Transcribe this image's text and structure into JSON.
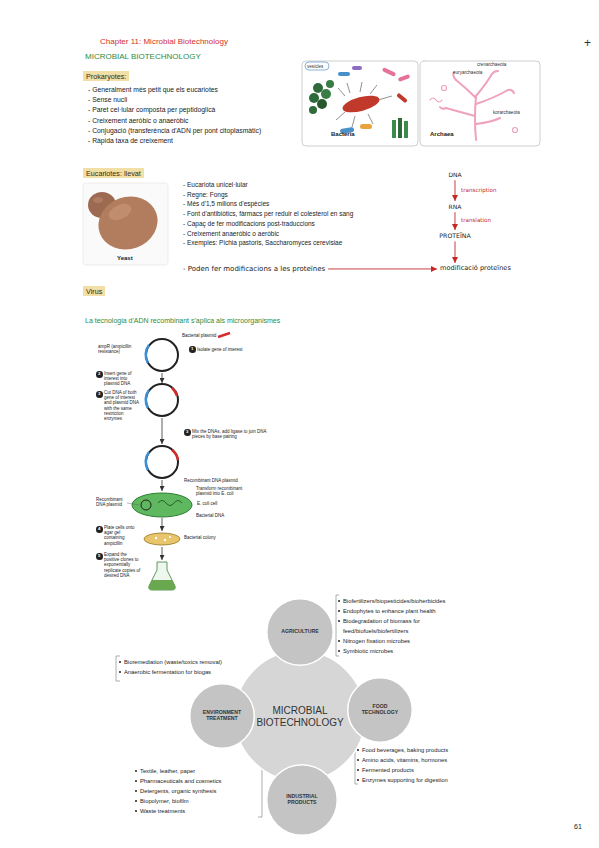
{
  "diagram": {
    "title": "Chapter 11: Microbial Biotechnology",
    "nodes": [
      {
        "text": [
          "Prokaryotes:"
        ]
      },
      {
        "text": [
          "Eucariotes: llevat"
        ]
      },
      {
        "text": [
          "Virus"
        ]
      },
      {
        "text": [
          "DNA"
        ]
      },
      {
        "text": [
          "RNA"
        ]
      },
      {
        "text": [
          "PROTEÏNA"
        ]
      },
      {
        "text": [
          "- Poden fer modificacions a les proteïnes"
        ]
      },
      {
        "text": [
          "modificació proteïnes"
        ]
      },
      {
        "text": [
          "MICROBIAL BIOTECHNOLOGY"
        ]
      },
      {
        "text": [
          "AGRICULTURE"
        ]
      },
      {
        "text": [
          "FOOD TECHNOLOGY"
        ]
      },
      {
        "text": [
          "INDUSTRIAL PRODUCTS"
        ]
      },
      {
        "text": [
          "ENVIRONMENT TREATMENT"
        ]
      }
    ],
    "edges": [
      {
        "from": 3,
        "to": 4,
        "arrow": "to",
        "label": "transcription"
      },
      {
        "from": 4,
        "to": 5,
        "arrow": "to",
        "label": "translation"
      },
      {
        "from": 5,
        "to": 7,
        "arrow": "to"
      },
      {
        "from": 6,
        "to": 7,
        "arrow": "to"
      }
    ],
    "labels": [
      "+",
      "Chapter 11: Microbial Biotechnology",
      "MICROBIAL BIOTECHNOLOGY",
      "- Generalment més petit que els eucariotes",
      "- Sense nucli",
      "- Paret cel·lular composta per peptidoglicà",
      "- Creixement aeròbic o anaeròbic",
      "- Conjugació (transferència d'ADN per pont citoplasmàtic)",
      "- Ràpida taxa de creixement",
      "vesicles",
      "Bacteria",
      "crenarchaeota",
      "euryarchaeota",
      "korarchaeota",
      "Archaea",
      "Yeast",
      "- Eucariota unicel·lular",
      "- Regne: Fongs",
      "- Més d'1,5 milions d'espècies",
      "- Font d'antibiòtics, fàrmacs per reduir el colesterol en sang",
      "- Capaç de fer modificacions post-traduccions",
      "- Creixement anaeròbic o aeròbic",
      "- Exemples: Pichia pastoris, Saccharomyces cerevisiae",
      "La tecnologia d'ADN recombinant s'aplica als microorganismes",
      "Bacterial plasmid",
      "1",
      "Isolate gene of interest",
      "ampR (ampicillin resistance)",
      "2",
      "Insert gene of interest into plasmid DNA",
      "3",
      "Cut DNA of both gene of interest and plasmid DNA with the same restriction enzymes",
      "3",
      "Mix the DNAs, add ligase to join DNA pieces by base pairing",
      "Recombinant DNA plasmid",
      "Transform recombinant plasmid into E. coli",
      "E. coli cell",
      "Recombinant DNA plasmid",
      "Bacterial DNA",
      "4",
      "Plate cells onto agar gel containing ampicillin",
      "Bacterial colony",
      "5",
      "Expand the positive clones to exponentially replicate copies of desired DNA",
      "Biofertilizers/biopesticides/bioherbicides",
      "Endophytes to enhance plant health",
      "Biodegradation of biomass for feed/biofuels/biofertilizers",
      "Nitrogen fixation microbes",
      "Symbiotic microbes",
      "Bioremediation (waste/toxics removal)",
      "Anaerobic fermentation for biogas",
      "Food beverages, baking products",
      "Amino acids, vitamins, hormones",
      "Fermented products",
      "Enzymes supporting for digestion",
      "Textile, leather, paper",
      "Pharmaceuticals and cosmetics",
      "Detergents, organic synthesis",
      "Biopolymer, biofilm",
      "Waste treatments",
      "61"
    ]
  }
}
